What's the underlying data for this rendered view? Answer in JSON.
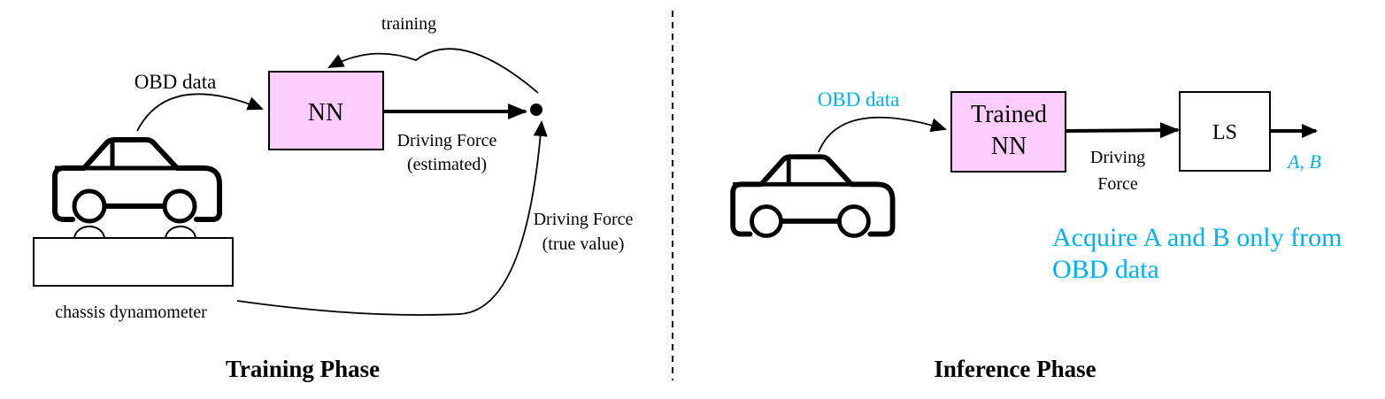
{
  "training": {
    "title": "Training Phase",
    "nn_label": "NN",
    "obd_label": "OBD data",
    "training_label": "training",
    "estimated_line1": "Driving Force",
    "estimated_line2": "(estimated)",
    "true_line1": "Driving Force",
    "true_line2": "(true value)",
    "dyno_label": "chassis dynamometer"
  },
  "inference": {
    "title": "Inference Phase",
    "obd_label": "OBD data",
    "nn_line1": "Trained",
    "nn_line2": "NN",
    "force_line1": "Driving",
    "force_line2": "Force",
    "ls_label": "LS",
    "output_label": "A, B",
    "note_line1": "Acquire A and B only from",
    "note_line2": "OBD data"
  },
  "colors": {
    "accent": "#00B0F0",
    "nn_fill": "#FFCCFF"
  }
}
